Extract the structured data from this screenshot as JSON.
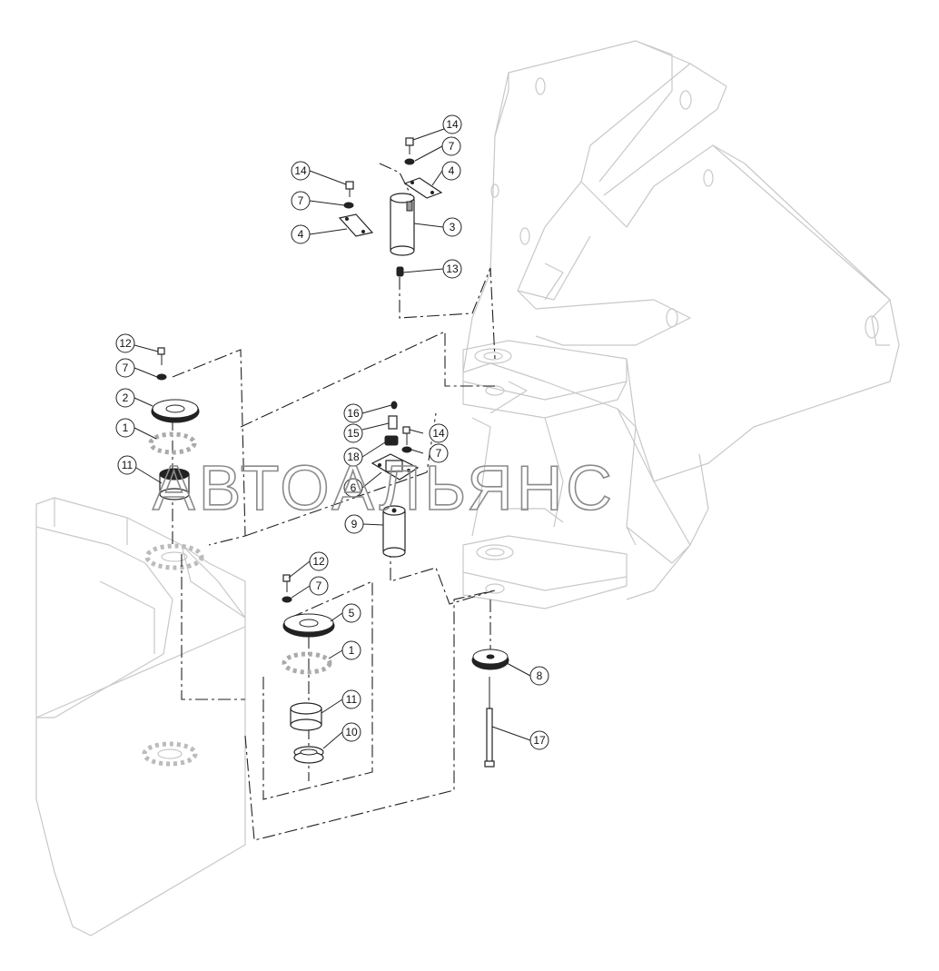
{
  "watermark": "АВТОАЛЬЯНС",
  "callouts": [
    {
      "label": "14"
    },
    {
      "label": "7"
    },
    {
      "label": "4"
    },
    {
      "label": "14"
    },
    {
      "label": "7"
    },
    {
      "label": "4"
    },
    {
      "label": "3"
    },
    {
      "label": "13"
    },
    {
      "label": "12"
    },
    {
      "label": "7"
    },
    {
      "label": "2"
    },
    {
      "label": "1"
    },
    {
      "label": "11"
    },
    {
      "label": "16"
    },
    {
      "label": "15"
    },
    {
      "label": "14"
    },
    {
      "label": "18"
    },
    {
      "label": "7"
    },
    {
      "label": "6"
    },
    {
      "label": "9"
    },
    {
      "label": "12"
    },
    {
      "label": "7"
    },
    {
      "label": "5"
    },
    {
      "label": "1"
    },
    {
      "label": "11"
    },
    {
      "label": "10"
    },
    {
      "label": "8"
    },
    {
      "label": "17"
    }
  ]
}
